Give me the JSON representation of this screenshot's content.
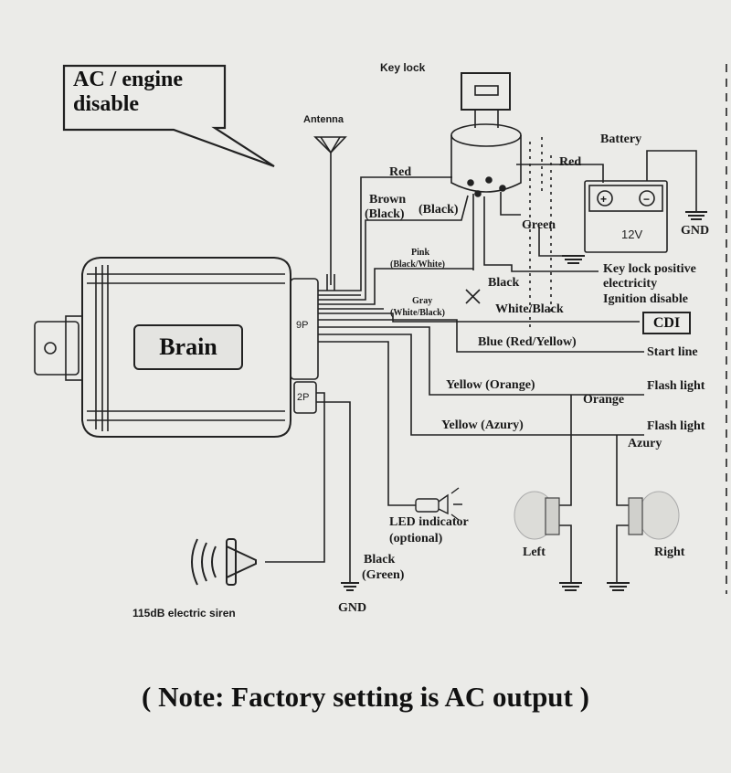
{
  "callout": {
    "line1": "AC / engine",
    "line2": "disable"
  },
  "controller": {
    "label": "Brain",
    "connector_9p": "9P",
    "connector_2p": "2P"
  },
  "antenna": "Antenna",
  "keylock": "Key lock",
  "battery": {
    "label": "Battery",
    "voltage": "12V",
    "plus": "+",
    "minus": "−"
  },
  "gnd": "GND",
  "wires": {
    "red_top": "Red",
    "red_right": "Red",
    "brown": "Brown",
    "brown_black": "(Black)",
    "black_paren": "(Black)",
    "pink": "Pink",
    "pink_sub": "(Black/White)",
    "gray": "Gray",
    "gray_sub": "(White/Black)",
    "green": "Green",
    "black": "Black",
    "white_black": "White/Black",
    "blue": "Blue (Red/Yellow)",
    "yellow_orange": "Yellow (Orange)",
    "yellow_azury": "Yellow (Azury)",
    "orange": "Orange",
    "azury": "Azury",
    "black_bottom": "Black",
    "green_bottom": "(Green)"
  },
  "outputs": {
    "keylock_positive": "Key lock positive",
    "electricity": "electricity",
    "ignition_disable": "Ignition disable",
    "cdi": "CDI",
    "start_line": "Start line",
    "flash_light_1": "Flash light",
    "flash_light_2": "Flash light",
    "left": "Left",
    "right": "Right"
  },
  "led": {
    "line1": "LED indicator",
    "line2": "(optional)"
  },
  "siren": "115dB electric siren",
  "note": "( Note: Factory setting is AC output )"
}
